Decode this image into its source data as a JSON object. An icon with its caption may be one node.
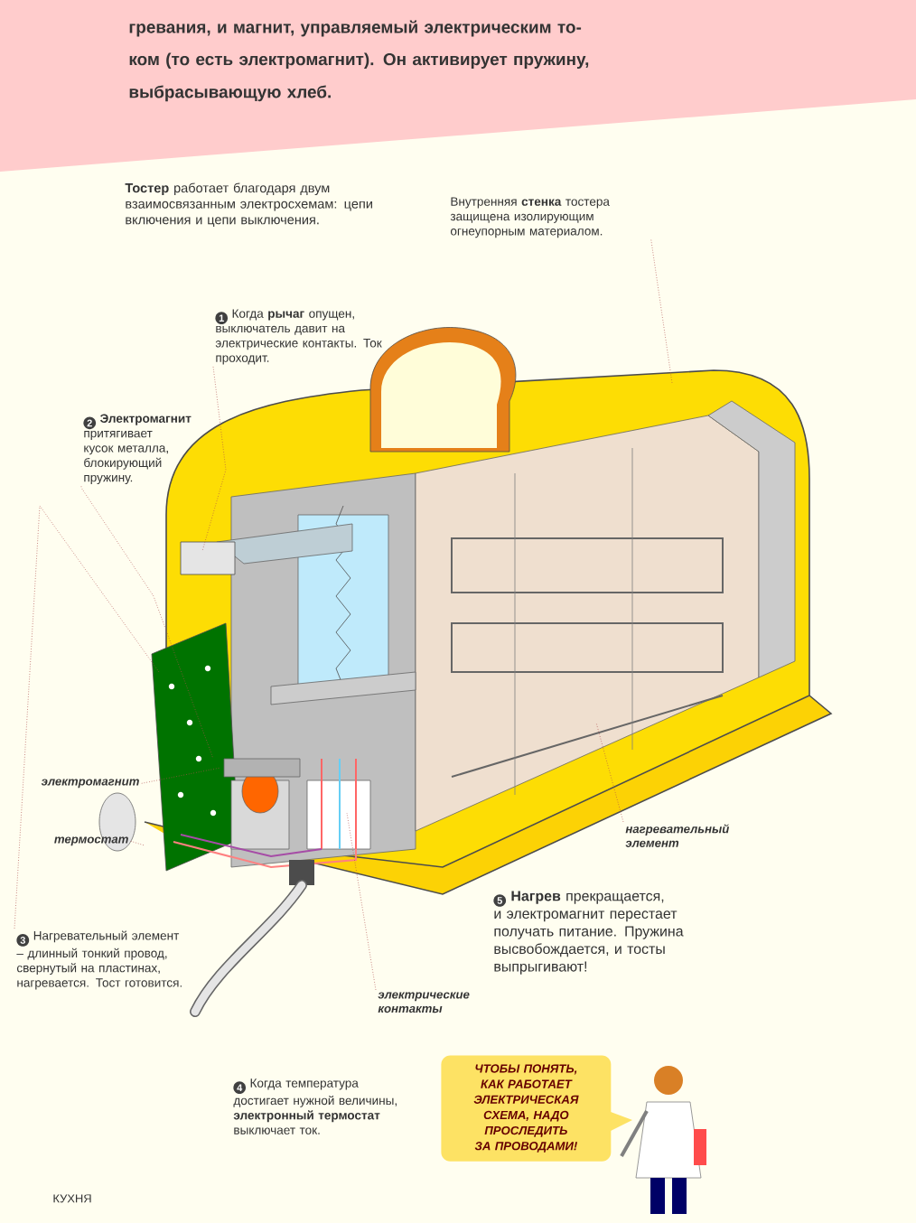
{
  "diagram": {
    "nodes": [
      {
        "text": [
          "1",
          "Когда **рычаг** опущен, выключатель давит на электрические контакты. Ток проходит."
        ]
      },
      {
        "text": [
          "2",
          "**Электромагнит** притягивает кусок металла, блокирующий пружину."
        ]
      },
      {
        "text": [
          "Внутренняя **стенка** тостера защищена изолирующим огнеупорным материалом."
        ]
      },
      {
        "text": [
          "электромагнит"
        ]
      },
      {
        "text": [
          "термостат"
        ]
      },
      {
        "text": [
          "3",
          "Нагревательный элемент – длинный тонкий провод, свернутый на пластинах, нагревается. Тост готовится."
        ]
      },
      {
        "text": [
          "нагревательный элемент"
        ]
      },
      {
        "text": [
          "электрические контакты"
        ]
      },
      {
        "text": [
          "5",
          "**Нагрев** прекращается, и электромагнит перестает получать питание. Пружина высвобождается, и тосты выпрыгивают!"
        ]
      },
      {
        "text": [
          "4",
          "Когда температура достигает нужной величины, **электронный термостат** выключает ток."
        ]
      },
      {
        "text": [
          "ЧТОБЫ ПОНЯТЬ, КАК РАБОТАЕТ ЭЛЕКТРИЧЕСКАЯ СХЕМА, НАДО ПРОСЛЕДИТЬ ЗА ПРОВОДАМИ!"
        ]
      }
    ],
    "edges": [
      {
        "from": 0,
        "to": null,
        "arrow": "none"
      },
      {
        "from": 1,
        "to": null,
        "arrow": "none"
      },
      {
        "from": 2,
        "to": null,
        "arrow": "none"
      },
      {
        "from": 3,
        "to": null,
        "arrow": "none"
      },
      {
        "from": 4,
        "to": null,
        "arrow": "none"
      },
      {
        "from": 5,
        "to": null,
        "arrow": "none"
      },
      {
        "from": 6,
        "to": null,
        "arrow": "none"
      },
      {
        "from": 7,
        "to": null,
        "arrow": "none"
      }
    ],
    "labels": [
      "гревания, и магнит, управляемый электрическим то-",
      "ком (то есть электромагнит). Он активирует пружину,",
      "выбрасывающую хлеб.",
      "**Тостер** работает благодаря двум взаимосвязанным электросхемам: цепи включения и цепи выключения.",
      "КУХНЯ"
    ]
  }
}
